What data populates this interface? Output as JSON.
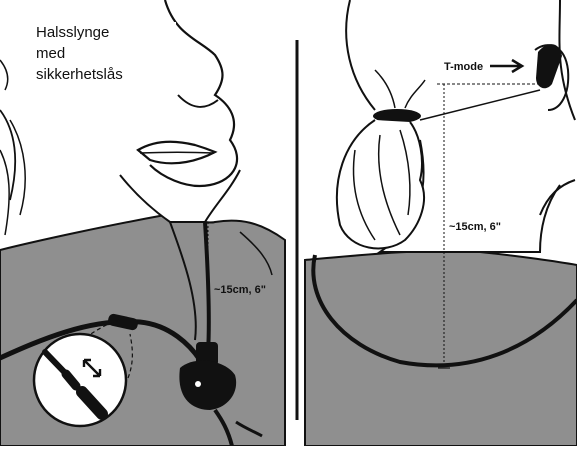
{
  "caption": {
    "line1": "Halsslynge",
    "line2": "med",
    "line3": "sikkerhetslås"
  },
  "labels": {
    "left_measure": "~15cm, 6\"",
    "right_measure": "~15cm, 6\"",
    "t_mode": "T-mode"
  },
  "colors": {
    "shirt": "#8f8f8f",
    "line": "#111111",
    "background": "#ffffff"
  }
}
